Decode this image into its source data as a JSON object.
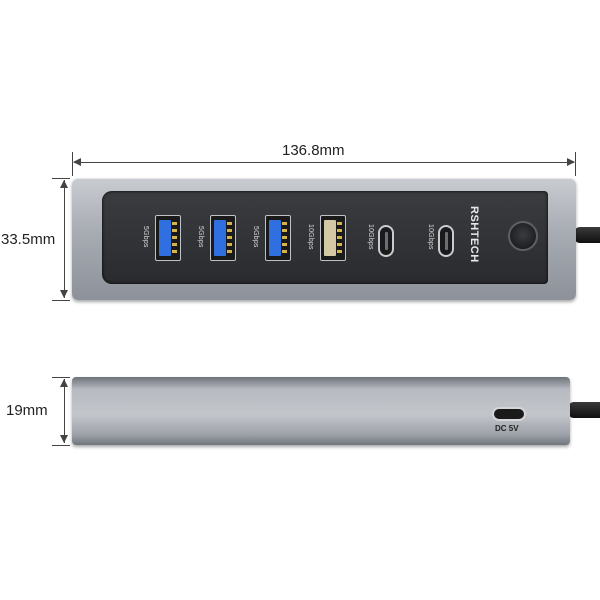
{
  "dimensions": {
    "length": "136.8mm",
    "height": "33.5mm",
    "thickness": "19mm"
  },
  "device": {
    "brand": "RSHTECH",
    "ports": [
      {
        "type": "usb-a",
        "label": "5Gbps",
        "color": "#2f6fe0"
      },
      {
        "type": "usb-a",
        "label": "5Gbps",
        "color": "#2f6fe0"
      },
      {
        "type": "usb-a",
        "label": "5Gbps",
        "color": "#2f6fe0"
      },
      {
        "type": "usb-a",
        "label": "10Gbps",
        "color": "#d3c9a2"
      },
      {
        "type": "usb-c",
        "label": "10Gbps"
      },
      {
        "type": "usb-c",
        "label": "10Gbps"
      }
    ],
    "side_port_label": "DC 5V"
  },
  "colors": {
    "body": "#a7abb2",
    "panel": "#2d2e31",
    "usb3_blue": "#2f6fe0"
  }
}
